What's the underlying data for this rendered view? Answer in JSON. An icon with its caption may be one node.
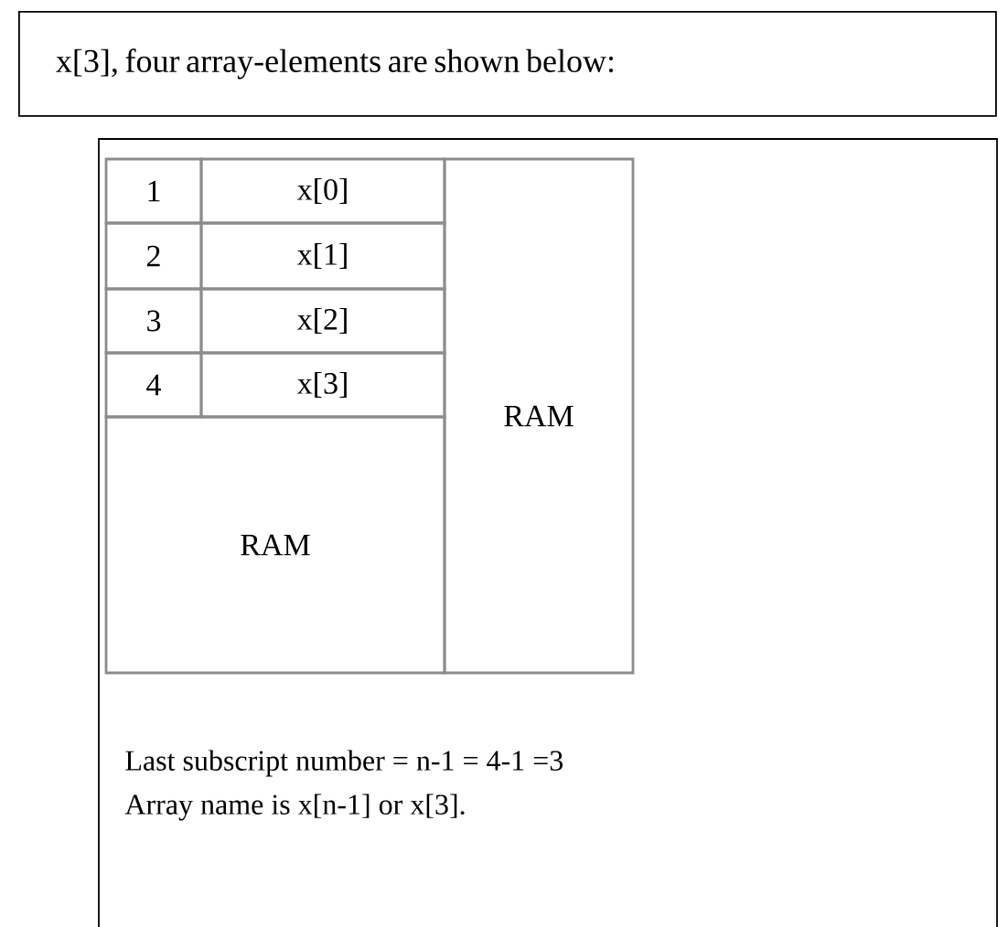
{
  "diagram": {
    "nodes": [
      {
        "text": [
          "x[3],  four array-elements are shown below:"
        ]
      },
      {
        "text": [
          "Last subscript number = n-1 = 4-1 =3",
          "Array name is x[n-1] or x[3]."
        ]
      },
      {
        "text": [
          "1"
        ],
        "in": 1
      },
      {
        "text": [
          "x[0]"
        ],
        "in": 1
      },
      {
        "text": [
          "RAM"
        ],
        "in": 1
      },
      {
        "text": [
          "2"
        ],
        "in": 1
      },
      {
        "text": [
          "x[1]"
        ],
        "in": 1
      },
      {
        "text": [
          "3"
        ],
        "in": 1
      },
      {
        "text": [
          "x[2]"
        ],
        "in": 1
      },
      {
        "text": [
          "4"
        ],
        "in": 1
      },
      {
        "text": [
          "x[3]"
        ],
        "in": 1
      },
      {
        "text": [
          "RAM"
        ],
        "in": 1
      }
    ]
  }
}
